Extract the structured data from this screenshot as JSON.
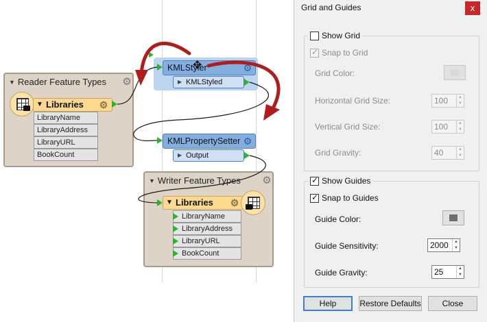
{
  "canvas": {
    "reader_bookmark": {
      "title": "Reader Feature Types",
      "feature_type": {
        "name": "Libraries",
        "attributes": [
          "LibraryName",
          "LibraryAddress",
          "LibraryURL",
          "BookCount"
        ]
      }
    },
    "writer_bookmark": {
      "title": "Writer Feature Types",
      "feature_type": {
        "name": "Libraries",
        "attributes": [
          "LibraryName",
          "LibraryAddress",
          "LibraryURL",
          "BookCount"
        ]
      }
    },
    "transformers": [
      {
        "name": "KMLStyler",
        "output_port": "KMLStyled"
      },
      {
        "name": "KMLPropertySetter",
        "output_port": "Output"
      }
    ],
    "annotation_color": "#b01c1c",
    "icons": [
      "gear-icon",
      "move-cursor-icon",
      "table-icon"
    ]
  },
  "dialog": {
    "title": "Grid and Guides",
    "close_label": "x",
    "grid_group": {
      "show_grid": {
        "label": "Show Grid",
        "checked": false
      },
      "snap_to_grid": {
        "label": "Snap to Grid",
        "checked": true,
        "disabled": true
      },
      "grid_color_label": "Grid Color:",
      "horizontal_size": {
        "label": "Horizontal Grid Size:",
        "value": "100"
      },
      "vertical_size": {
        "label": "Vertical Grid Size:",
        "value": "100"
      },
      "gravity": {
        "label": "Grid Gravity:",
        "value": "40"
      }
    },
    "guides_group": {
      "show_guides": {
        "label": "Show Guides",
        "checked": true
      },
      "snap_to_guides": {
        "label": "Snap to Guides",
        "checked": true
      },
      "guide_color_label": "Guide Color:",
      "sensitivity": {
        "label": "Guide Sensitivity:",
        "value": "2000"
      },
      "gravity": {
        "label": "Guide Gravity:",
        "value": "25"
      }
    },
    "buttons": {
      "help": "Help",
      "restore": "Restore Defaults",
      "close": "Close"
    }
  }
}
